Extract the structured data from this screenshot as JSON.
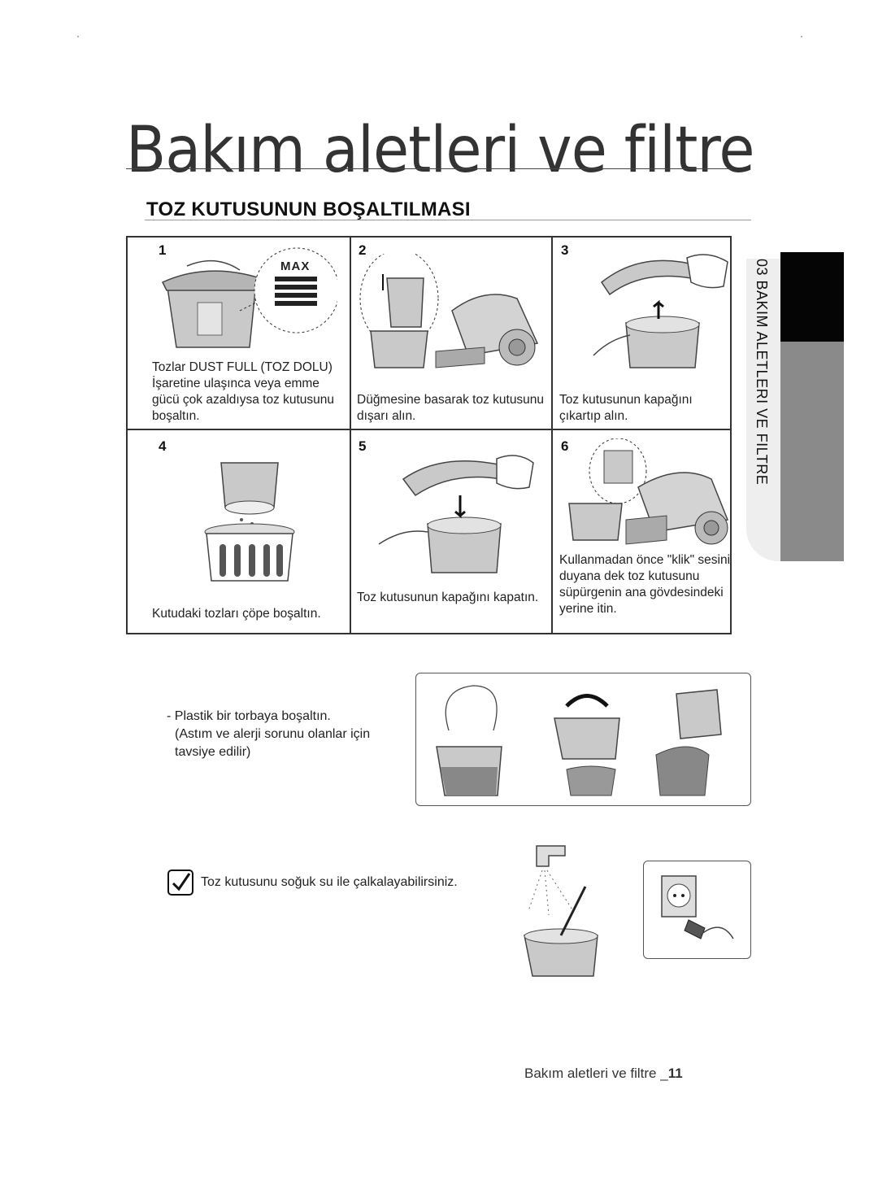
{
  "page": {
    "title": "Bakım aletleri ve filtre",
    "section_title": "TOZ KUTUSUNUN BOŞALTILMASI",
    "sidebar_label": "03 BAKIM ALETLERI VE FILTRE",
    "footer_text": "Bakım aletleri ve filtre _",
    "footer_page": "11"
  },
  "steps": [
    {
      "num": "1",
      "text": "Tozlar DUST FULL (TOZ DOLU) İşaretine ulaşınca veya emme gücü çok azaldıysa toz kutusunu boşaltın.",
      "badge": "MAX"
    },
    {
      "num": "2",
      "text": "Düğmesine basarak toz kutusunu dışarı alın."
    },
    {
      "num": "3",
      "text": "Toz kutusunun kapağını çıkartıp alın."
    },
    {
      "num": "4",
      "text": "Kutudaki tozları çöpe boşaltın."
    },
    {
      "num": "5",
      "text": "Toz kutusunun kapağını kapatın."
    },
    {
      "num": "6",
      "text": "Kullanmadan önce \"klik\" sesini duyana dek toz kutusunu süpürgenin ana gövdesindeki yerine itin."
    }
  ],
  "bag_note": {
    "line1": "- Plastik bir torbaya boşaltın.",
    "line2": "(Astım ve alerji sorunu olanlar için",
    "line3": "tavsiye edilir)"
  },
  "rinse_note": "Toz kutusunu soğuk su ile çalkalayabilirsiniz.",
  "icons": [
    "note-check-icon",
    "dust-bin-illustration",
    "vacuum-illustration",
    "hand-illustration",
    "faucet-illustration",
    "wall-socket-illustration"
  ]
}
